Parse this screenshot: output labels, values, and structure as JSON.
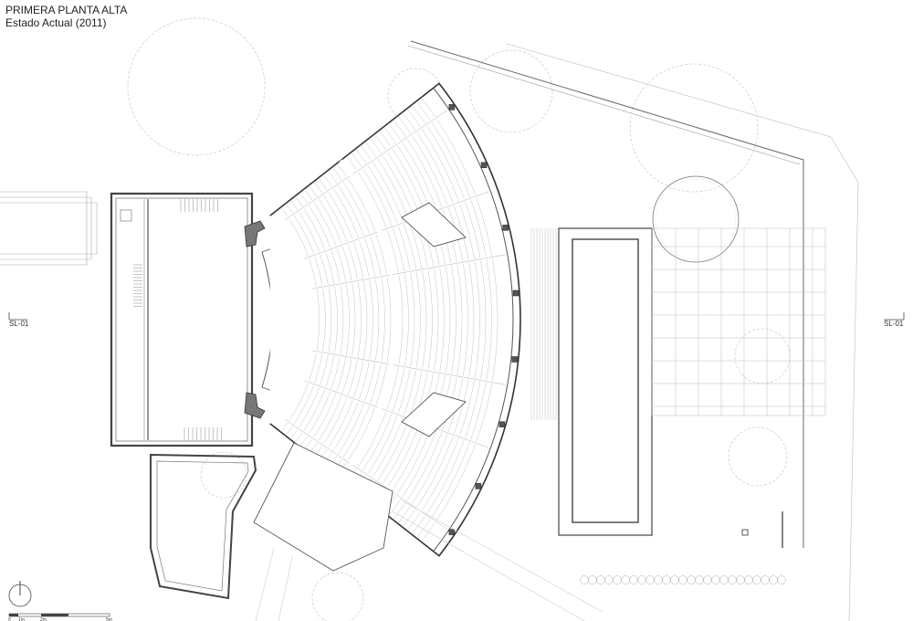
{
  "title": "PRIMERA PLANTA ALTA",
  "subtitle": "Estado Actual (2011)",
  "section_marks": {
    "left": "SL-01",
    "right": "SL-01"
  },
  "scale_bar": {
    "labels": [
      "0",
      "1m",
      "2m",
      "5m"
    ]
  },
  "colors": {
    "wall": "#444444",
    "line": "#888888",
    "faint": "#c8c8c8",
    "paper": "#ffffff"
  }
}
